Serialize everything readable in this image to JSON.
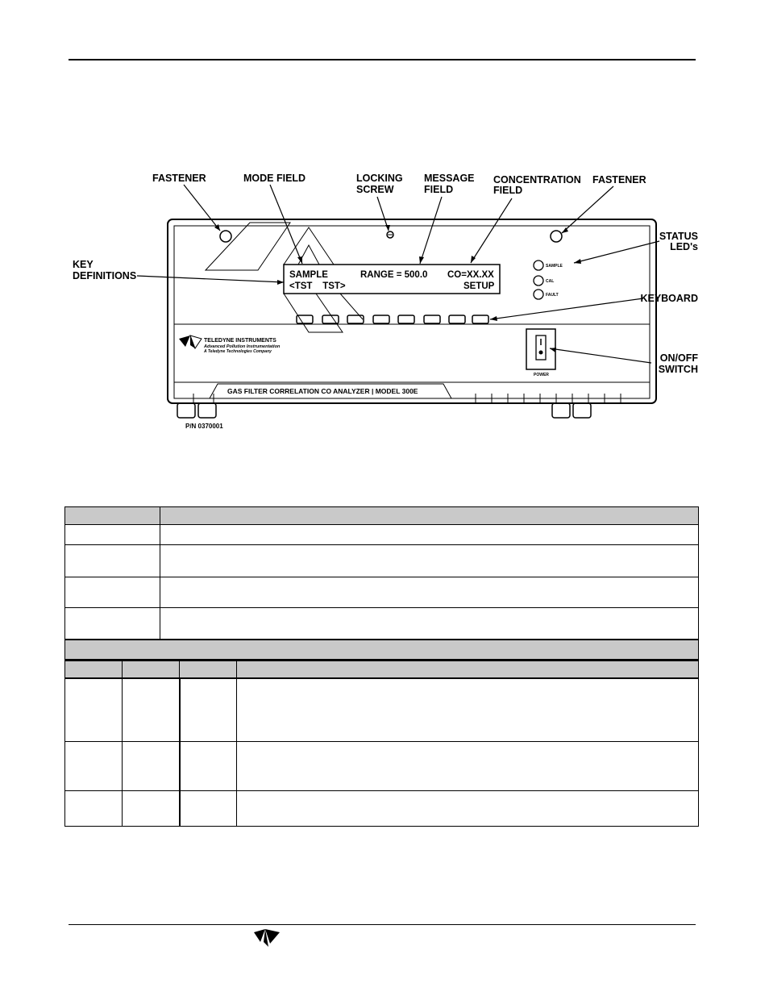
{
  "diagram": {
    "callouts": {
      "fastener_left": "FASTENER",
      "mode_field": "MODE FIELD",
      "locking_screw_line1": "LOCKING",
      "locking_screw_line2": "SCREW",
      "message_field_line1": "MESSAGE",
      "message_field_line2": "FIELD",
      "concentration_field_line1": "CONCENTRATION",
      "concentration_field_line2": "FIELD",
      "fastener_right": "FASTENER",
      "status_leds_line1": "STATUS",
      "status_leds_line2": "LED's",
      "key_definitions_line1": "KEY",
      "key_definitions_line2": "DEFINITIONS",
      "keyboard": "KEYBOARD",
      "on_off_line1": "ON/OFF",
      "on_off_line2": "SWITCH"
    },
    "display": {
      "line1_mode": "SAMPLE",
      "line1_message": "RANGE = 500.0",
      "line1_concentration": "CO=XX.XX",
      "line2_left": "<TST    TST>",
      "line2_right": "SETUP"
    },
    "leds": [
      "SAMPLE",
      "CAL",
      "FAULT"
    ],
    "brand_line1": "TELEDYNE INSTRUMENTS",
    "brand_line2": "Advanced Pollution Instrumentation",
    "brand_line3": "A Teledyne Technologies Company",
    "power_label": "POWER",
    "model_strip": "GAS FILTER CORRELATION CO ANALYZER  |  MODEL 300E",
    "part_number": "P/N 0370001"
  },
  "colors": {
    "table_header": "#c9c9c9",
    "line": "#000000"
  }
}
